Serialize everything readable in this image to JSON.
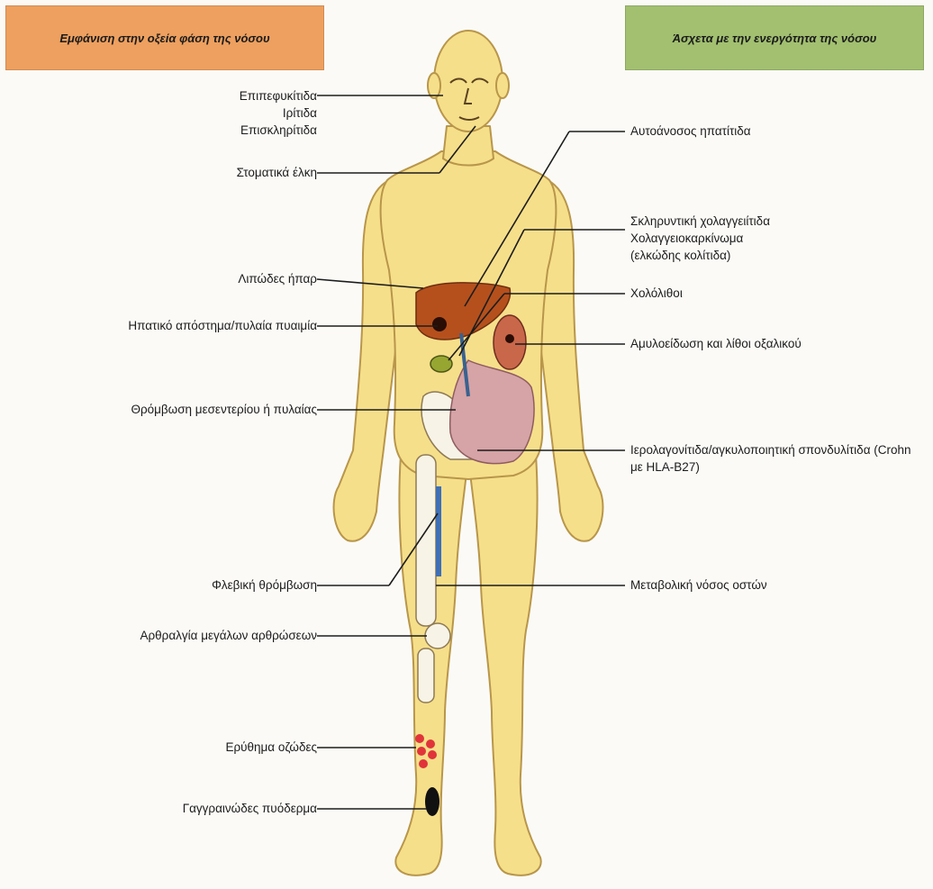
{
  "headers": {
    "left": "Εμφάνιση στην οξεία φάση της νόσου",
    "right": "Άσχετα με την ενεργότητα της νόσου"
  },
  "labels_left": [
    {
      "lines": [
        "Επιπεφυκίτιδα",
        "Ιρίτιδα",
        "Επισκληρίτιδα"
      ]
    },
    {
      "lines": [
        "Στοματικά έλκη"
      ]
    },
    {
      "lines": [
        "Λιπώδες ήπαρ"
      ]
    },
    {
      "lines": [
        "Ηπατικό απόστημα/πυλαία πυαιμία"
      ]
    },
    {
      "lines": [
        "Θρόμβωση μεσεντερίου ή πυλαίας"
      ]
    },
    {
      "lines": [
        "Φλεβική θρόμβωση"
      ]
    },
    {
      "lines": [
        "Αρθραλγία μεγάλων αρθρώσεων"
      ]
    },
    {
      "lines": [
        "Ερύθημα οζώδες"
      ]
    },
    {
      "lines": [
        "Γαγγραινώδες πυόδερμα"
      ]
    }
  ],
  "labels_right": [
    {
      "lines": [
        "Αυτοάνοσος ηπατίτιδα"
      ]
    },
    {
      "lines": [
        "Σκληρυντική χολαγγειίτιδα",
        "Χολαγγειοκαρκίνωμα",
        "(ελκώδης κολίτιδα)"
      ]
    },
    {
      "lines": [
        "Χολόλιθοι"
      ]
    },
    {
      "lines": [
        "Αμυλοείδωση και λίθοι οξαλικού"
      ]
    },
    {
      "lines": [
        "Ιερολαγονίτιδα/αγκυλοποιητική σπονδυλίτιδα (Crohn",
        "με HLA-B27)"
      ]
    },
    {
      "lines": [
        "Μεταβολική νόσος οστών"
      ]
    }
  ],
  "colors": {
    "header_left": "#eda05f",
    "header_right": "#a2c070",
    "skin": "#f6df8a",
    "skin_outline": "#b8964a",
    "liver": "#b5501d",
    "kidney": "#c9674a",
    "intestine": "#d6a3a6",
    "erythema": "#e0343a",
    "pyoderma": "#111111"
  }
}
